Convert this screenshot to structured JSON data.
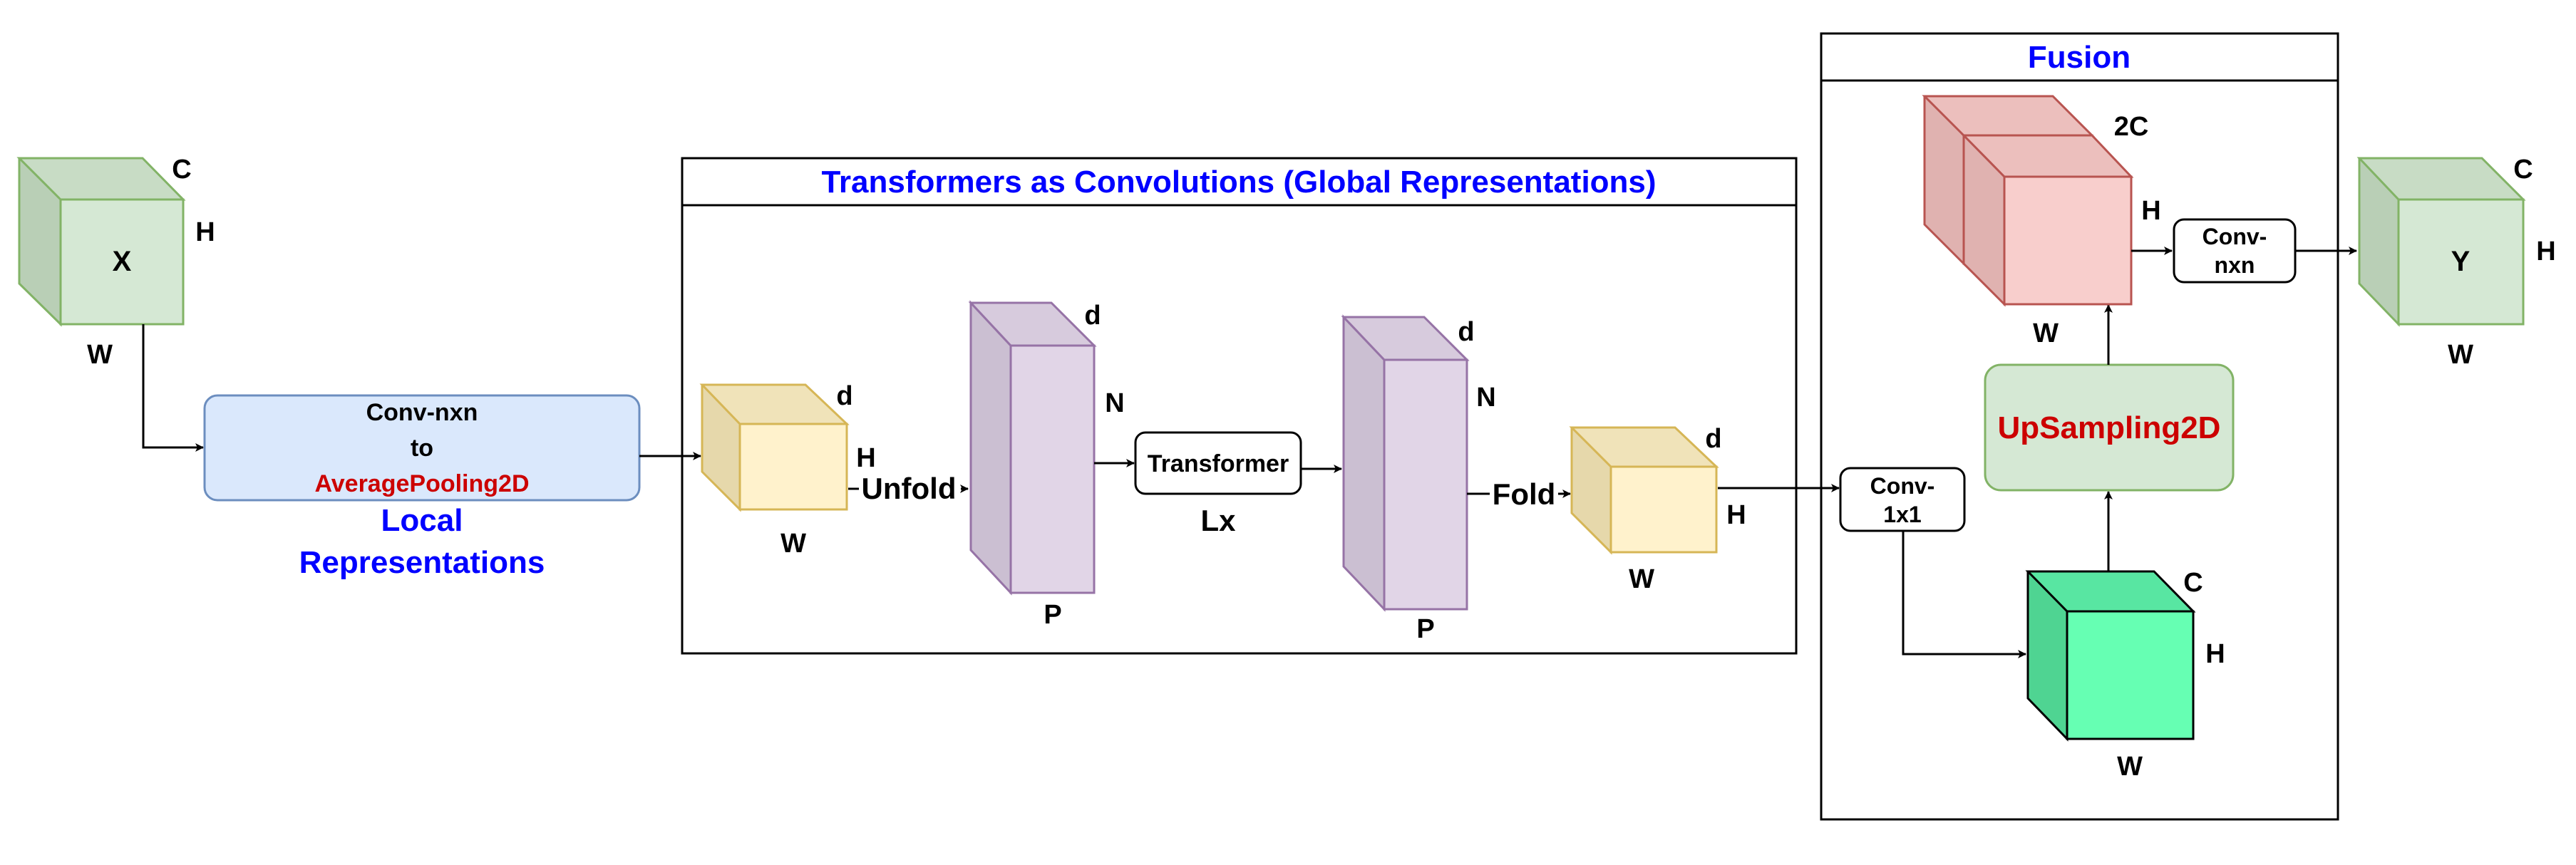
{
  "colors": {
    "green_light": "#d5e8d4",
    "green_stroke": "#82b366",
    "green_bright": "#66ffb3",
    "yellow": "#fff2cc",
    "yellow_stroke": "#d6b656",
    "purple": "#e1d5e7",
    "purple_stroke": "#9673a6",
    "pink": "#f8cecc",
    "pink_stroke": "#b85450",
    "blue_box": "#dae8fc",
    "blue_stroke": "#6c8ebf",
    "title_blue": "#0000ff",
    "text_red": "#cc0000"
  },
  "input_cube": {
    "label": "X",
    "c": "C",
    "h": "H",
    "w": "W"
  },
  "local_block": {
    "line1": "Conv-nxn",
    "line2": "to",
    "line3": "AveragePooling2D",
    "caption_line1": "Local",
    "caption_line2": "Representations"
  },
  "transformer_section": {
    "title": "Transformers as Convolutions (Global Representations)",
    "cube1": {
      "d": "d",
      "h": "H",
      "w": "W"
    },
    "unfold_label": "Unfold",
    "prism1": {
      "d": "d",
      "n": "N",
      "p": "P"
    },
    "transformer_label": "Transformer",
    "lx_label": "Lx",
    "prism2": {
      "d": "d",
      "n": "N",
      "p": "P"
    },
    "fold_label": "Fold",
    "cube2": {
      "d": "d",
      "h": "H",
      "w": "W"
    }
  },
  "fusion": {
    "title": "Fusion",
    "conv1x1_line1": "Conv-",
    "conv1x1_line2": "1x1",
    "upsampling_label": "UpSampling2D",
    "concat_cube": {
      "c": "2C",
      "h": "H",
      "w": "W"
    },
    "green_cube": {
      "c": "C",
      "h": "H",
      "w": "W"
    },
    "convnxn_line1": "Conv-",
    "convnxn_line2": "nxn"
  },
  "output_cube": {
    "label": "Y",
    "c": "C",
    "h": "H",
    "w": "W"
  }
}
